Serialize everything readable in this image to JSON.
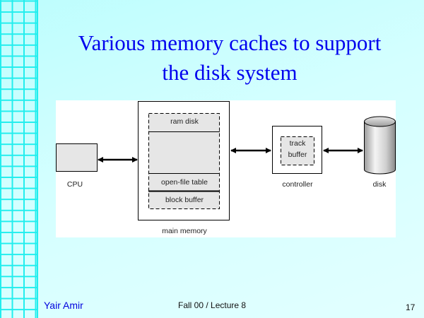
{
  "slide": {
    "title_line1": "Various memory caches to support",
    "title_line2": "the disk system",
    "footer": {
      "author": "Yair Amir",
      "course": "Fall 00 / Lecture 8",
      "page_number": "17"
    }
  },
  "diagram": {
    "cpu_label": "CPU",
    "main_memory_label": "main memory",
    "ram_disk_label": "ram disk",
    "open_file_table_label": "open-file table",
    "block_buffer_label": "block buffer",
    "controller_label": "controller",
    "track_buffer_line1": "track",
    "track_buffer_line2": "buffer",
    "disk_label": "disk"
  },
  "colors": {
    "title": "#0000ee",
    "grid": "#22eeee",
    "box_fill": "#e6e6e6"
  }
}
